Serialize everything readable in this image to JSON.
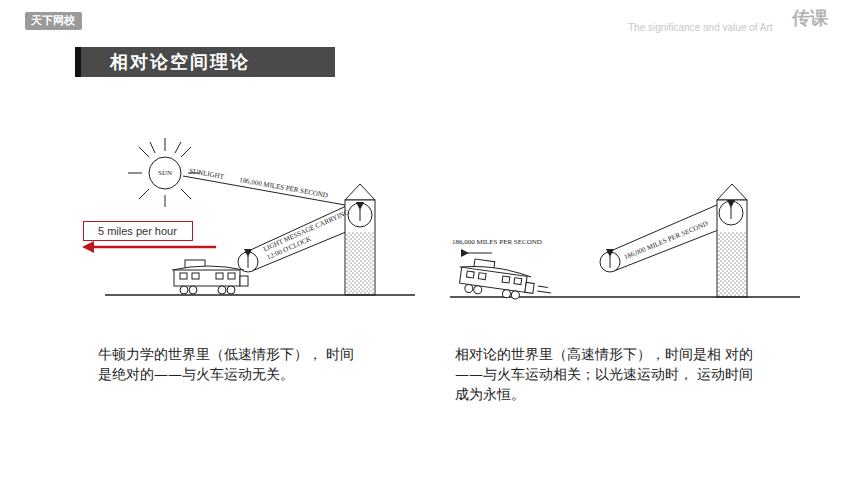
{
  "diagram": {
    "title": "相对论空间理论",
    "nodes": [
      {
        "text": [
          "天下网校"
        ]
      },
      {
        "text": [
          "SUN"
        ]
      },
      {
        "text": [
          "5 miles per hour"
        ]
      }
    ],
    "labels": [
      "The significance and value of Art",
      "传课",
      "SUNLIGHT",
      "186,000 MILES PER SECOND",
      "LIGHT MESSAGE CARRYING 12:00 O'CLOCK",
      "186,000 MILES PER SECOND",
      "186,000 MILES PER SECOND",
      "牛顿力学的世界里（低速情形下）， 时间是绝对的——与火车运动无关。",
      "相对论的世界里（高速情形下），时间是相 对的——与火车运动相关；以光速运动时， 运动时间成为永恒。"
    ]
  }
}
